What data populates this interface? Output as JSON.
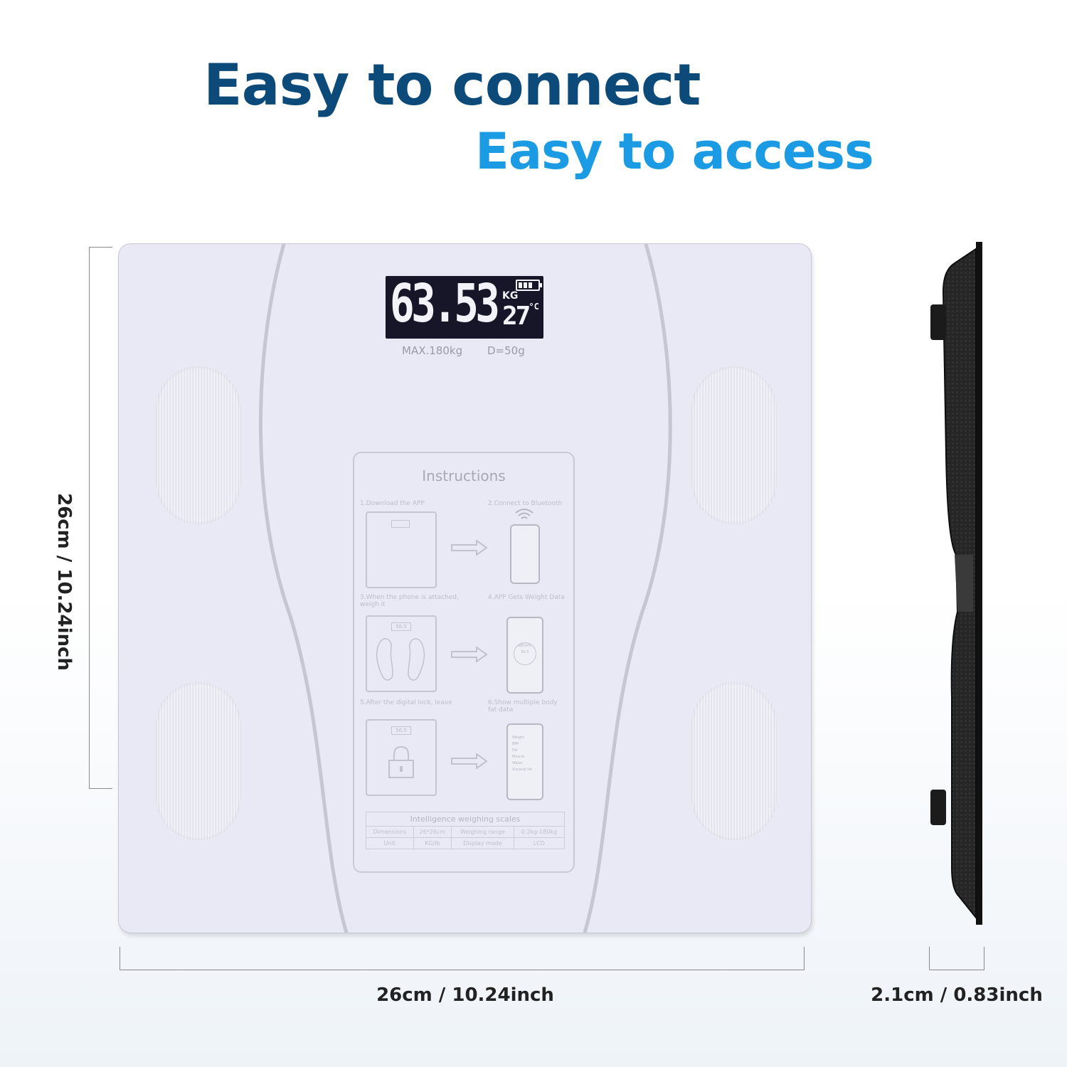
{
  "headline": {
    "line1": "Easy to connect",
    "line2": "Easy to access",
    "line1_color": "#0c4a7a",
    "line2_color": "#1b9be3"
  },
  "dimensions": {
    "height_label": "26cm / 10.24inch",
    "width_label": "26cm / 10.24inch",
    "thickness_label": "2.1cm / 0.83inch"
  },
  "scale": {
    "display": {
      "weight": "63.53",
      "unit": "KG",
      "temperature": "27",
      "temp_unit": "°C",
      "battery_level": 1.0
    },
    "specs": {
      "max": "MAX.180kg",
      "division": "D=50g"
    },
    "instructions": {
      "title": "Instructions",
      "steps": [
        "1.Download the APP",
        "2.Connect to Bluetooth",
        "3.When the phone is attached, weigh it",
        "4.APP Gets Weight Data",
        "5.After the digital lock, leave",
        "6.Show multiple body fat data"
      ],
      "phone_screen_text": "WEIGHT 56.5",
      "phone_list": [
        "Weight",
        "BMI",
        "Fat",
        "Muscle",
        "Water",
        "Visceral fat"
      ],
      "display_value": "56.5",
      "table": {
        "title": "Intelligence weighing scales",
        "rows": [
          [
            "Dimensions",
            "26*26cm",
            "Weighing range",
            "0.2kg-180kg"
          ],
          [
            "Unit",
            "KG/lb",
            "Display mode",
            "LCD"
          ]
        ]
      }
    }
  },
  "colors": {
    "scale_surface": "#e9e9f6",
    "lcd_background": "#161628",
    "side_body": "#1a1a1a"
  }
}
